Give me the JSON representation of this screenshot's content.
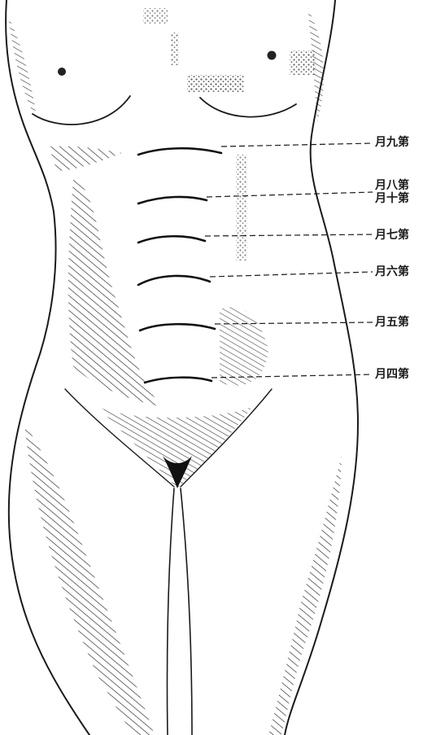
{
  "figure": {
    "labels": [
      {
        "id": "m9",
        "text": "月九第"
      },
      {
        "id": "m8",
        "text": "月八第"
      },
      {
        "id": "m10",
        "text": "月十第"
      },
      {
        "id": "m7",
        "text": "月七第"
      },
      {
        "id": "m6",
        "text": "月六第"
      },
      {
        "id": "m5",
        "text": "月五第"
      },
      {
        "id": "m4",
        "text": "月四第"
      }
    ]
  }
}
